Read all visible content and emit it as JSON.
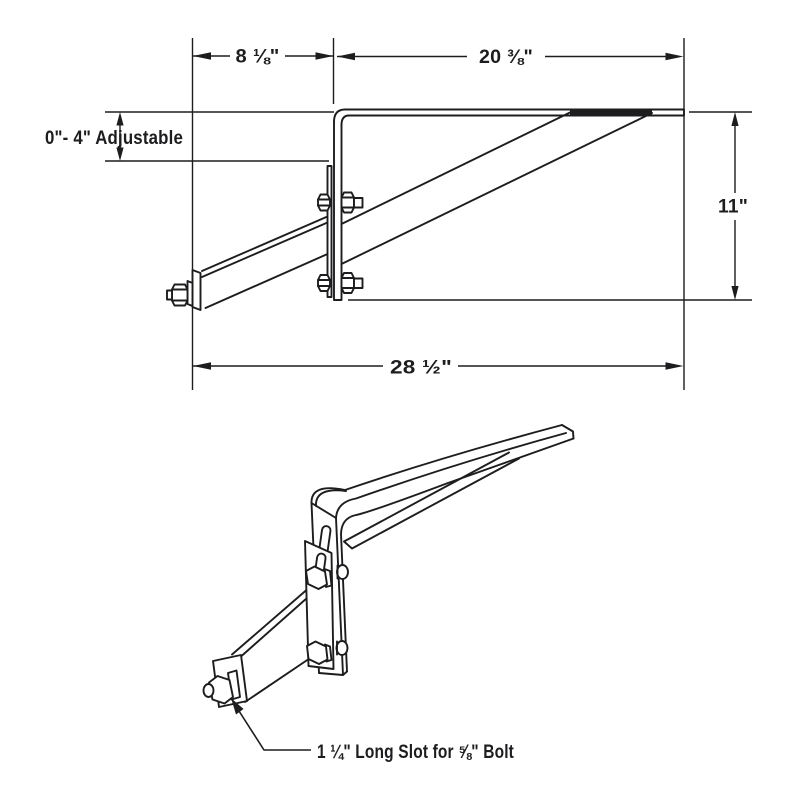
{
  "drawing": {
    "colors": {
      "line": "#1d1d1f",
      "background": "#ffffff"
    },
    "side_view": {
      "dim_back_offset": "8 ⅛\"",
      "dim_arm_length": "20 ⅜\"",
      "dim_adjustable": "0\"- 4\" Adjustable",
      "dim_height": "11\"",
      "dim_overall": "28 ½\""
    },
    "iso_view": {
      "slot_note": "1 ¼\" Long Slot for ⅝\" Bolt"
    }
  }
}
